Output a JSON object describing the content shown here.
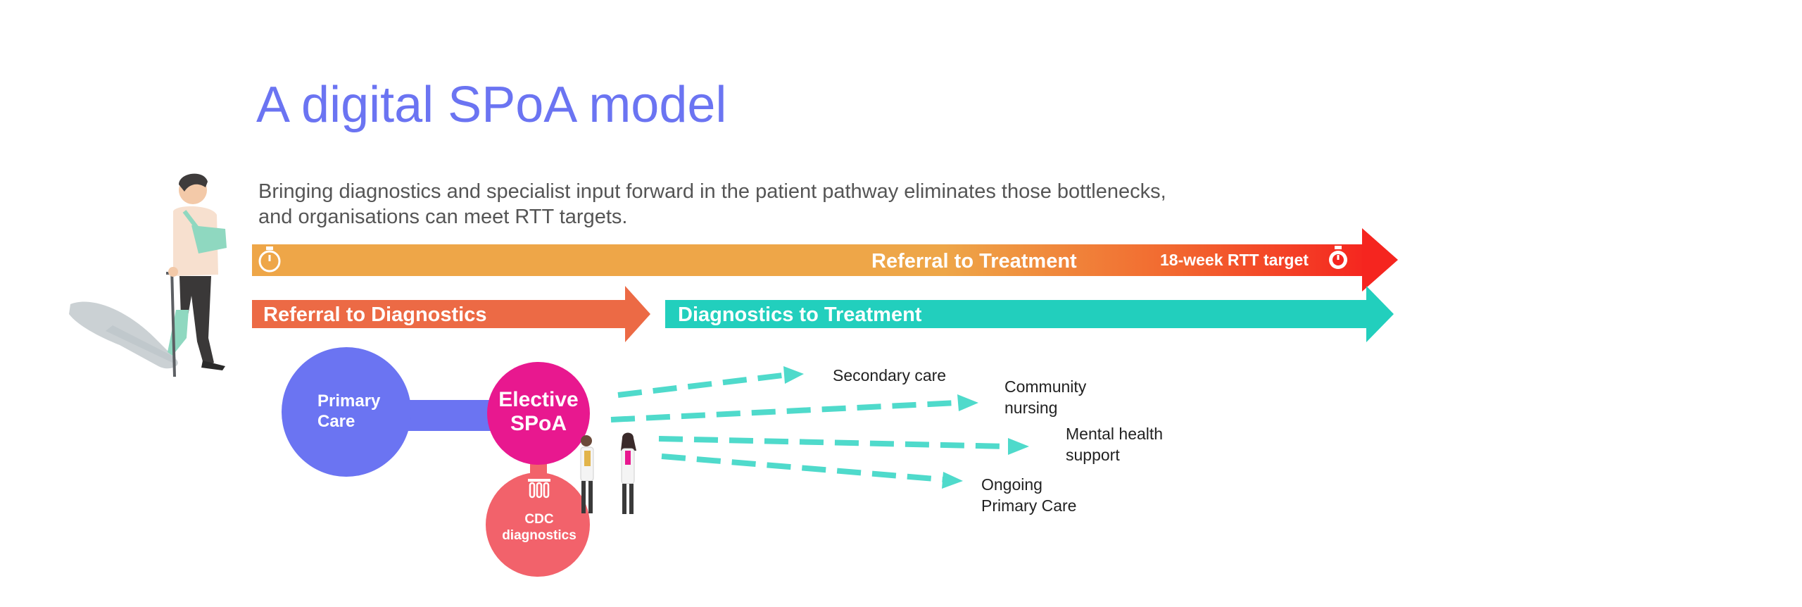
{
  "title": "A digital SPoA model",
  "subtitle_line1": "Bringing diagnostics and specialist input forward in the patient pathway eliminates those bottlenecks,",
  "subtitle_line2": "and organisations can meet RTT targets.",
  "arrows": {
    "rtt_label": "Referral to Treatment",
    "rtt_target": "18-week RTT target",
    "referral_diagnostics": "Referral to Diagnostics",
    "diagnostics_treatment": "Diagnostics to Treatment"
  },
  "nodes": {
    "primary_care": [
      "Primary",
      "Care"
    ],
    "elective_spoa": [
      "Elective",
      "SPoA"
    ],
    "cdc": [
      "CDC",
      "diagnostics"
    ]
  },
  "destinations": {
    "secondary_care": [
      "Secondary care"
    ],
    "community_nursing": [
      "Community",
      "nursing"
    ],
    "mental_health": [
      "Mental health",
      "support"
    ],
    "ongoing_primary": [
      "Ongoing",
      "Primary Care"
    ]
  },
  "colors": {
    "title": "#6b74f2",
    "rtt_bar": "#eea648",
    "rtt_bar_end": "#f5251f",
    "referral_diagnostics": "#ec6a45",
    "diagnostics_treatment": "#22cfbd",
    "primary_care": "#6b74f2",
    "elective_spoa": "#e8188f",
    "cdc": "#f2626b",
    "dashed": "#4fdacb"
  },
  "icons": [
    "stopwatch-icon",
    "test-tubes-icon",
    "patient-illustration",
    "doctor-illustration"
  ]
}
